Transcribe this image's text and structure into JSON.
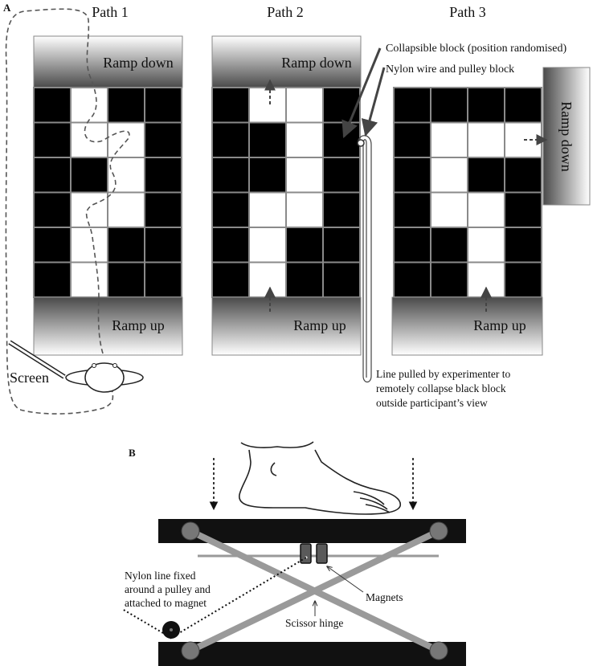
{
  "panel_a": {
    "panel_label": "A",
    "paths": [
      {
        "title": "Path 1",
        "top_label": "Ramp down",
        "bottom_label": "Ramp up",
        "grid": [
          [
            0,
            1,
            0,
            0
          ],
          [
            0,
            1,
            1,
            0
          ],
          [
            0,
            0,
            1,
            0
          ],
          [
            0,
            1,
            1,
            0
          ],
          [
            0,
            1,
            0,
            0
          ],
          [
            0,
            1,
            0,
            0
          ]
        ]
      },
      {
        "title": "Path 2",
        "top_label": "Ramp down",
        "bottom_label": "Ramp up",
        "grid": [
          [
            0,
            1,
            1,
            0
          ],
          [
            0,
            0,
            1,
            0
          ],
          [
            0,
            0,
            1,
            0
          ],
          [
            0,
            1,
            1,
            0
          ],
          [
            0,
            1,
            0,
            0
          ],
          [
            0,
            1,
            0,
            0
          ]
        ]
      },
      {
        "title": "Path 3",
        "side_label": "Ramp down",
        "bottom_label": "Ramp up",
        "grid": [
          [
            0,
            0,
            0,
            0
          ],
          [
            0,
            1,
            1,
            1
          ],
          [
            0,
            1,
            0,
            0
          ],
          [
            0,
            1,
            1,
            0
          ],
          [
            0,
            0,
            1,
            0
          ],
          [
            0,
            0,
            1,
            0
          ]
        ]
      }
    ],
    "screen_label": "Screen",
    "annotations": {
      "collapsible_block": "Collapsible block (position randomised)",
      "nylon_wire": "Nylon wire and pulley block",
      "line_pulled": [
        "Line pulled by experimenter to",
        "remotely collapse black block",
        "outside participant’s view"
      ]
    }
  },
  "panel_b": {
    "panel_label": "B",
    "annotations": {
      "nylon_line": [
        "Nylon line fixed",
        "around a pulley and",
        "attached to magnet"
      ],
      "magnets": "Magnets",
      "scissor_hinge": "Scissor hinge"
    }
  },
  "colors": {
    "black_block": "#000000",
    "white_block": "#ffffff",
    "grid_line": "#8a8a8a",
    "ramp_dark": "#4a4a4a",
    "ramp_light": "#ffffff",
    "dashed_line": "#555555",
    "scissor": "#9a9a9a",
    "magnet": "#555555"
  }
}
